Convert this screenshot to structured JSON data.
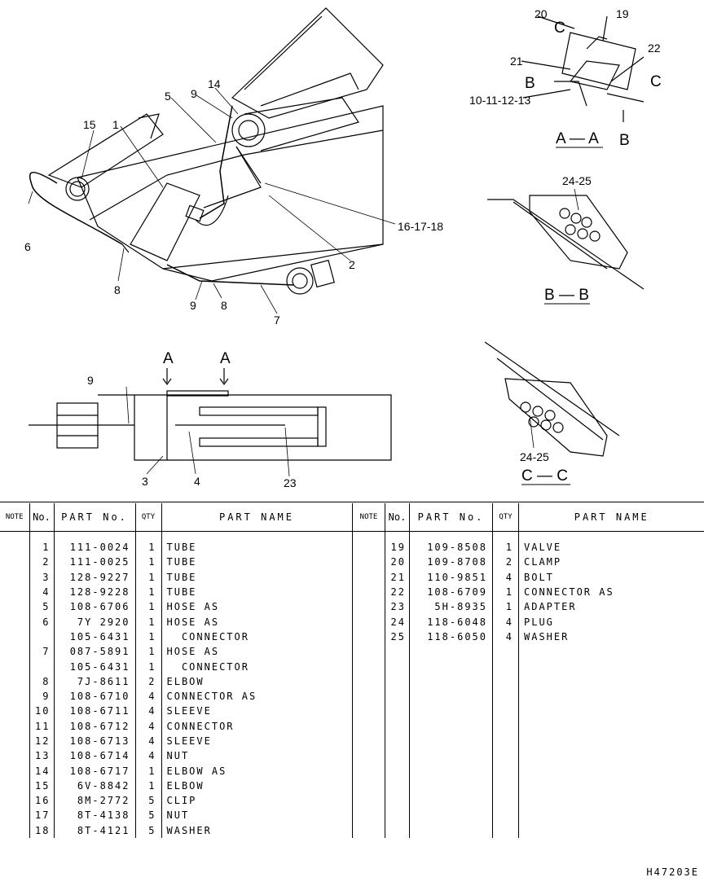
{
  "figure_labels": {
    "n1": "1",
    "n2": "2",
    "n3": "3",
    "n4": "4",
    "n5": "5",
    "n6": "6",
    "n7": "7",
    "n8a": "8",
    "n8b": "8",
    "n9a": "9",
    "n9b": "9",
    "n9c": "9",
    "n14": "14",
    "n15": "15",
    "n16_17_18": "16-17-18",
    "n19": "19",
    "n20": "20",
    "n21": "21",
    "n22": "22",
    "n23": "23",
    "n10_13": "10-11-12-13",
    "n24_25a": "24-25",
    "n24_25b": "24-25",
    "sec_a1": "A",
    "sec_a2": "A",
    "sec_b1": "B",
    "sec_b2": "B",
    "sec_c1": "C",
    "sec_c2": "C",
    "view_aa": "A — A",
    "view_bb": "B — B",
    "view_cc": "C — C"
  },
  "table": {
    "headers": {
      "note": "NOTE",
      "no": "No.",
      "part_no": "PART No.",
      "qty": "QTY",
      "part_name": "PART NAME"
    },
    "left_rows": [
      {
        "no": "1",
        "part_no": "111-0024",
        "qty": "1",
        "name": "TUBE"
      },
      {
        "no": "2",
        "part_no": "111-0025",
        "qty": "1",
        "name": "TUBE"
      },
      {
        "no": "3",
        "part_no": "128-9227",
        "qty": "1",
        "name": "TUBE"
      },
      {
        "no": "4",
        "part_no": "128-9228",
        "qty": "1",
        "name": "TUBE"
      },
      {
        "no": "5",
        "part_no": "108-6706",
        "qty": "1",
        "name": "HOSE AS"
      },
      {
        "no": "6",
        "part_no": "7Y 2920",
        "qty": "1",
        "name": "HOSE AS"
      },
      {
        "no": "",
        "part_no": "105-6431",
        "qty": "1",
        "name": "  CONNECTOR"
      },
      {
        "no": "7",
        "part_no": "087-5891",
        "qty": "1",
        "name": "HOSE AS"
      },
      {
        "no": "",
        "part_no": "105-6431",
        "qty": "1",
        "name": "  CONNECTOR"
      },
      {
        "no": "8",
        "part_no": "7J-8611",
        "qty": "2",
        "name": "ELBOW"
      },
      {
        "no": "9",
        "part_no": "108-6710",
        "qty": "4",
        "name": "CONNECTOR AS"
      },
      {
        "no": "10",
        "part_no": "108-6711",
        "qty": "4",
        "name": "SLEEVE"
      },
      {
        "no": "11",
        "part_no": "108-6712",
        "qty": "4",
        "name": "CONNECTOR"
      },
      {
        "no": "12",
        "part_no": "108-6713",
        "qty": "4",
        "name": "SLEEVE"
      },
      {
        "no": "13",
        "part_no": "108-6714",
        "qty": "4",
        "name": "NUT"
      },
      {
        "no": "14",
        "part_no": "108-6717",
        "qty": "1",
        "name": "ELBOW AS"
      },
      {
        "no": "15",
        "part_no": "6V-8842",
        "qty": "1",
        "name": "ELBOW"
      },
      {
        "no": "16",
        "part_no": "8M-2772",
        "qty": "5",
        "name": "CLIP"
      },
      {
        "no": "17",
        "part_no": "8T-4138",
        "qty": "5",
        "name": "NUT"
      },
      {
        "no": "18",
        "part_no": "8T-4121",
        "qty": "5",
        "name": "WASHER"
      }
    ],
    "right_rows": [
      {
        "no": "19",
        "part_no": "109-8508",
        "qty": "1",
        "name": "VALVE"
      },
      {
        "no": "20",
        "part_no": "109-8708",
        "qty": "2",
        "name": "CLAMP"
      },
      {
        "no": "21",
        "part_no": "110-9851",
        "qty": "4",
        "name": "BOLT"
      },
      {
        "no": "22",
        "part_no": "108-6709",
        "qty": "1",
        "name": "CONNECTOR AS"
      },
      {
        "no": "23",
        "part_no": "5H-8935",
        "qty": "1",
        "name": "ADAPTER"
      },
      {
        "no": "24",
        "part_no": "118-6048",
        "qty": "4",
        "name": "PLUG"
      },
      {
        "no": "25",
        "part_no": "118-6050",
        "qty": "4",
        "name": "WASHER"
      }
    ]
  },
  "footer": {
    "code": "H47203E"
  }
}
